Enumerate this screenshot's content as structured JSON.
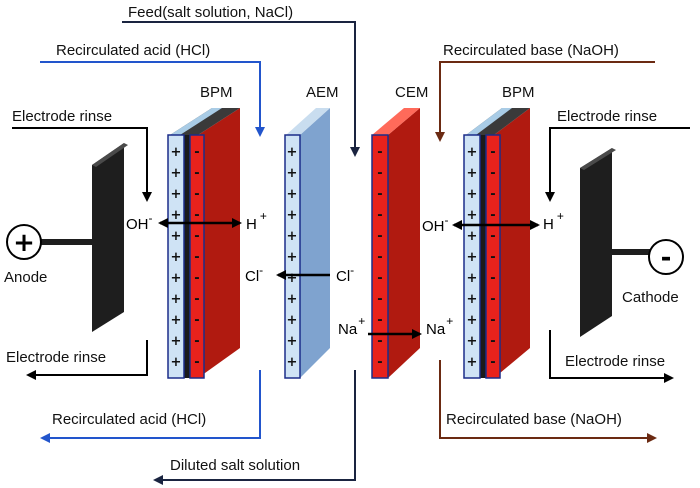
{
  "labels": {
    "feed": "Feed(salt solution, NaCl)",
    "recirc_acid_top": "Recirculated acid (HCl)",
    "recirc_base_top": "Recirculated base (NaOH)",
    "bpm_left": "BPM",
    "aem": "AEM",
    "cem": "CEM",
    "bpm_right": "BPM",
    "electrode_rinse_tl": "Electrode rinse",
    "electrode_rinse_tr": "Electrode rinse",
    "electrode_rinse_bl": "Electrode rinse",
    "electrode_rinse_br": "Electrode rinse",
    "anode": "Anode",
    "cathode": "Cathode",
    "recirc_acid_bottom": "Recirculated acid (HCl)",
    "recirc_base_bottom": "Recirculated base (NaOH)",
    "diluted": "Diluted salt solution"
  },
  "ions": {
    "oh_left": "OH",
    "oh_left_sup": "-",
    "h_left": "H",
    "h_left_sup": "+",
    "cl_right": "Cl",
    "cl_right_sup": "-",
    "cl_left": "Cl",
    "cl_left_sup": "-",
    "na_left": "Na",
    "na_left_sup": "+",
    "na_right": "Na",
    "na_right_sup": "+",
    "oh_right": "OH",
    "oh_right_sup": "-",
    "h_right": "H",
    "h_right_sup": "+"
  },
  "electrodes": {
    "anode_sign": "+",
    "cathode_sign": "-"
  },
  "membrane_signs": {
    "plus": "+",
    "minus": "-"
  },
  "colors": {
    "acid_line": "#2255cc",
    "base_line": "#6b2a12",
    "cem_red": "#e8221c",
    "bpm_dark_red": "#b01a10",
    "aem_blue": "#7fa3cf",
    "electrode_dark": "#1e1e1e"
  }
}
